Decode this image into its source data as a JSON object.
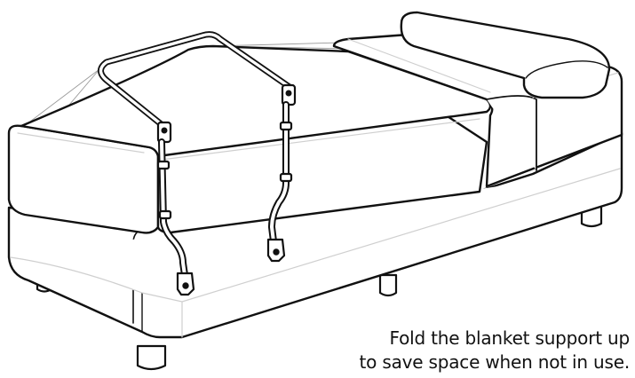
{
  "caption": {
    "line1": "Fold the blanket support up",
    "line2": "to save space when not in use."
  },
  "colors": {
    "outline": "#111111",
    "guide": "#9a9a9a",
    "fill": "#ffffff",
    "shade": "#f2f2f2",
    "detail": "#cfcfcf"
  },
  "illustration": {
    "subject": "bed-with-blanket-support-frame",
    "parts": [
      "mattress",
      "bed-base",
      "pillow",
      "leg",
      "blanket-support-frame",
      "strut",
      "hinge-bracket",
      "mounting-clamp"
    ]
  }
}
